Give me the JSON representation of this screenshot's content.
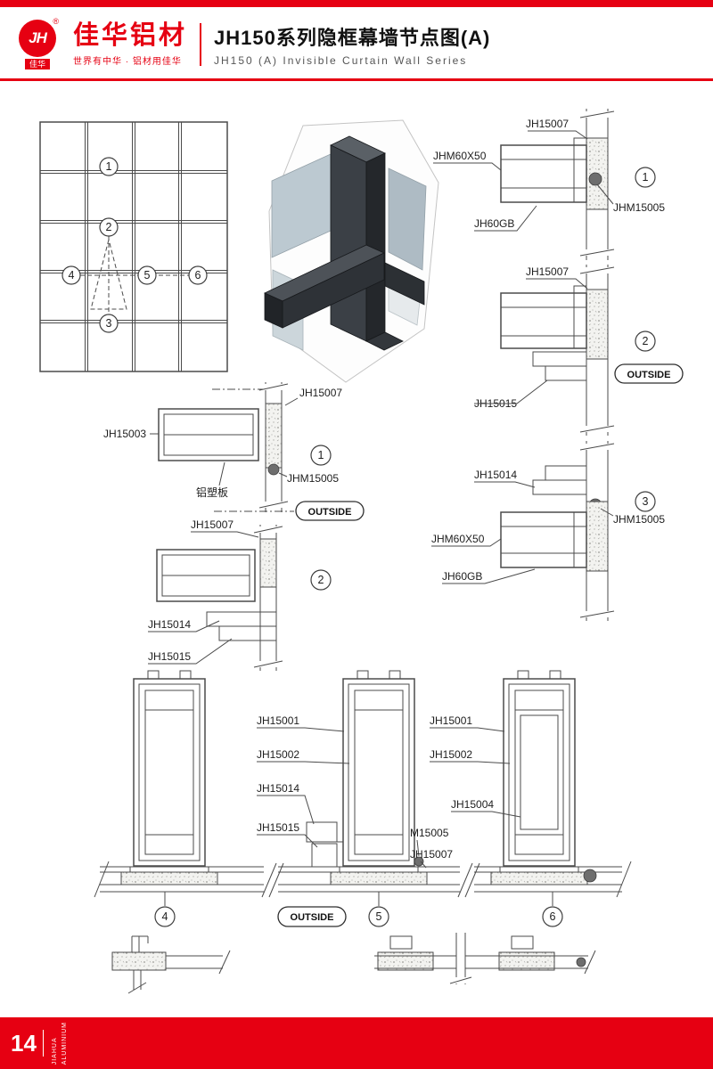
{
  "colors": {
    "brand_red": "#e60012",
    "line_gray": "#4b4b4b"
  },
  "header": {
    "logo_monogram": "JH",
    "logo_registered": "®",
    "logo_tag": "佳华",
    "brand_cn": "佳华铝材",
    "slogan": "世界有中华 · 铝材用佳华",
    "title_cn": "JH150系列隐框幕墙节点图(A)",
    "title_en": "JH150 (A)  Invisible  Curtain  Wall  Series"
  },
  "elevation": {
    "c1": "1",
    "c2": "2",
    "c3": "3",
    "c4": "4",
    "c5": "5",
    "c6": "6"
  },
  "right1": {
    "num": "1",
    "jh15007": "JH15007",
    "jhm60x50": "JHM60X50",
    "jh60gb": "JH60GB",
    "jhm15005": "JHM15005"
  },
  "right2": {
    "num": "2",
    "jh15007": "JH15007",
    "jh15015": "JH15015",
    "outside": "OUTSIDE"
  },
  "right3": {
    "num": "3",
    "jh15014": "JH15014",
    "jhm15005": "JHM15005",
    "jhm60x50": "JHM60X50",
    "jh60gb": "JH60GB"
  },
  "left1": {
    "num": "1",
    "jh15007": "JH15007",
    "jh15003": "JH15003",
    "jhm15005": "JHM15005",
    "panel_cn": "铝塑板",
    "outside": "OUTSIDE"
  },
  "left2": {
    "num": "2",
    "jh15007": "JH15007",
    "jh15014": "JH15014",
    "jh15015": "JH15015"
  },
  "bottom": {
    "num4": "4",
    "num5": "5",
    "num6": "6",
    "outside": "OUTSIDE",
    "mid": {
      "jh15001": "JH15001",
      "jh15002": "JH15002",
      "jh15014": "JH15014",
      "jh15015": "JH15015"
    },
    "midright": {
      "m15005": "M15005",
      "jh15007": "JH15007"
    },
    "right": {
      "jh15001": "JH15001",
      "jh15002": "JH15002",
      "jh15004": "JH15004"
    }
  },
  "footer": {
    "page_number": "14",
    "brand_line1": "JIAHUA",
    "brand_line2": "ALUMINIUM"
  }
}
